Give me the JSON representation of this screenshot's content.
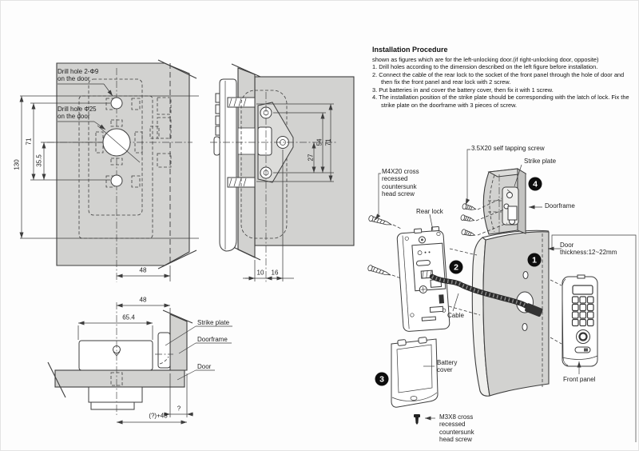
{
  "colors": {
    "diagram_gray": "#d2d2d0",
    "edge_gray": "#c3c3c1",
    "line": "#3d3d3d",
    "badge_bg": "#0d0d0d",
    "background": "#fdfdfd"
  },
  "front_view": {
    "callout_top": "Drill hole 2-Φ9\non the door",
    "callout_mid": "Drill hole Φ25\non the door",
    "dims": {
      "height": "130",
      "hole_span": "71",
      "half_span": "35.5",
      "backset": "48"
    }
  },
  "side_view": {
    "dims": {
      "plate_span": "54",
      "tube_span": "71",
      "latch_span": "27",
      "door_edge": "10",
      "frame_edge": "16"
    }
  },
  "section_view": {
    "dims": {
      "backset": "48",
      "body_width": "65.4",
      "gap": "?",
      "total": "(?)+48"
    },
    "labels": {
      "strike_plate": "Strike plate",
      "doorframe": "Doorframe",
      "door": "Door"
    }
  },
  "procedure": {
    "title": "Installation Procedure",
    "intro": "shown as figures which are for the left-unlocking door.(if right-unlocking door, opposite)",
    "steps": [
      "Drill holes according to the dimension described on the left figure before installation.",
      "Connect the cable of the rear lock to the socket of the front panel through the hole of door and then fix the front panel and rear lock with 2 screw.",
      "Put batteries in and cover the battery cover, then fix it with 1 screw.",
      "The installation position of the strike plate should be corresponding with the latch of lock. Fix the strike plate on the doorframe with 3 pieces of screw."
    ]
  },
  "exploded": {
    "labels": {
      "self_tapping_screw": "3.5X20 self tapping screw",
      "strike_plate": "Strike plate",
      "doorframe": "Doorframe",
      "door": "Door\nthickness:12~22mm",
      "m4x20_screw": "M4X20 cross\nrecessed\ncountersunk\nhead screw",
      "rear_lock": "Rear lock",
      "cable": "Cable",
      "battery_cover": "Battery\ncover",
      "m3x8_screw": "M3X8 cross\nrecessed\ncountersunk\nhead screw",
      "front_panel": "Front panel"
    },
    "badges": {
      "one": "1",
      "two": "2",
      "three": "3",
      "four": "4"
    }
  }
}
